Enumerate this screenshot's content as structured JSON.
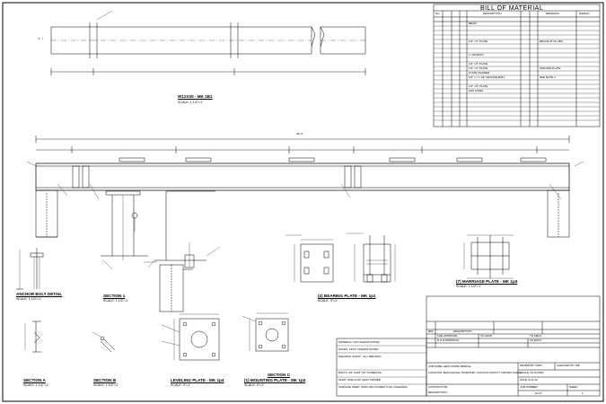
{
  "bom": {
    "title": "BILL OF MATERIAL",
    "headers": [
      "NO.",
      "DESCRIPTION",
      "REMARKS",
      "WEIGHT"
    ],
    "rows": [
      {
        "desc": "BEAM"
      },
      {
        "desc": "1/2\" x 5\" PLATE",
        "remark": "BRACE AT ALL BM"
      },
      {
        "desc": "1\" DIA BOLT"
      },
      {
        "desc": "1/2\" x 8\" PLATE"
      },
      {
        "desc": "1/2\" x 6\" PLATE",
        "remark": "GROUND PLATE"
      },
      {
        "desc": "PLATE WASHER"
      },
      {
        "desc": "1/2\" x 7 x 1/2\" ANCHOR BOLT",
        "remark": "SEE NOTE 2"
      },
      {
        "desc": "1/2\" x 8\" PLATE"
      },
      {
        "desc": "HSS STEEL"
      }
    ]
  },
  "views": {
    "top_view_label": "W12X30 - MK 1B1",
    "top_view_scale": "SCALE: 1 1/2\"=1'",
    "overall_dim": "26'-4\"",
    "anchor_bolt": {
      "label": "ANCHOR BOLT DETAIL",
      "scale": "SCALE: 1 1/2\"=1'"
    },
    "section1": {
      "label": "SECTION 1",
      "scale": "SCALE: 1 1/2\"=1'"
    },
    "bearing": {
      "label": "(2) BEARING PLATE - MK 1p1",
      "scale": "SCALE: 3\"=1'"
    },
    "marriage": {
      "label": "(7) MARRIAGE PLATE - MK 1p3",
      "scale": "SCALE: 1 1/2\"=1'"
    },
    "sectionA": {
      "label": "SECTION A",
      "scale": "SCALE: 1 1/2\"=1'"
    },
    "sectionB": {
      "label": "SECTION B",
      "scale": "SCALE: 1 1/2\"=1'"
    },
    "leveling": {
      "label": "LEVELING PLATE - MK 1p4",
      "scale": "SCALE: 3\"=1'"
    },
    "sectionC": {
      "label": "SECTION C",
      "sublabel": "(1) MOUNTING PLATE - MK 1p2",
      "scale": "SCALE: 3\"=1'"
    }
  },
  "notes": {
    "material": "MATERIAL: A36 UNLESS NOTED",
    "holes": "HOLES: 13/16\" UNLESS NOTED",
    "welding": "WELDING: E70XX - ALL WELDING",
    "bolts": "BOLTS: 3/4\" A325 \"SC\"-DOMESTIC",
    "paint": "PAINT: ONE COAT GRAY PRIMER",
    "surface": "SURFACE PREP: SSPC-SP2 POWER TOOL CLEANING"
  },
  "title_block": {
    "rev": "REV",
    "description": "DESCRIPTION",
    "for_approval": "FOR APPROVAL",
    "to_shop": "TO SHOP",
    "to_field": "TO FIELD",
    "rev_approval": "R & R APPROVAL",
    "as_built": "AS BUILT",
    "job_name": "JOB NAME: HEW COMM. BRIDGE",
    "location": "LOCATION: BALD EAGLE TOWNSHIP, CLINTON COUNTY, PENNSYLVANIA",
    "drawn_by": "DRAWN BY: DWN",
    "checked_by": "CHECKED BY: MB",
    "scale": "SCALE: AS NOTED",
    "date": "DATE: 8-24-10",
    "contractor": "CONTRACTOR:",
    "description2": "DESCRIPTION:",
    "job_number_label": "JOB NUMBER",
    "job_number": "10-47",
    "sheet_label": "SHEET",
    "sheet": "1"
  }
}
